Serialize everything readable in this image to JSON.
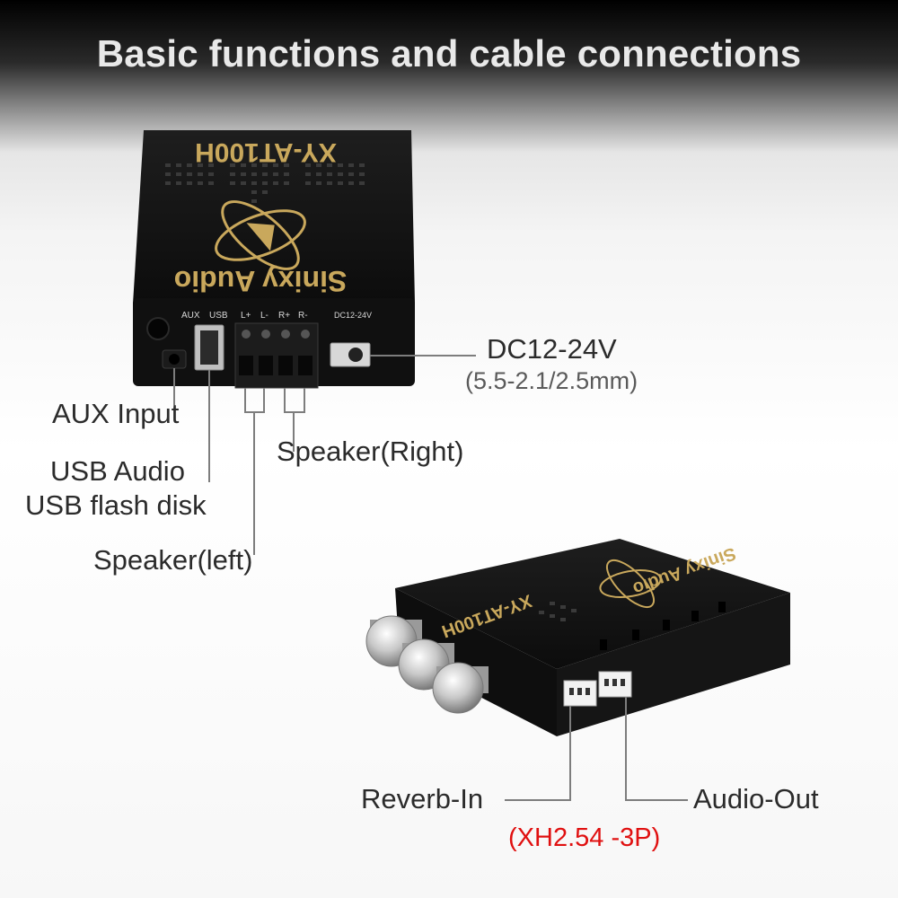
{
  "headline": "Basic functions and cable connections",
  "device_top": {
    "model": "XY-AT100H",
    "brand": "Sinixy Audio",
    "port_labels": [
      "AUX",
      "USB",
      "L+",
      "L-",
      "R+",
      "R-",
      "DC12-24V"
    ]
  },
  "device_bottom": {
    "model": "XY-AT100H",
    "brand": "Sinixy Audio"
  },
  "callouts": {
    "aux_input": "AUX Input",
    "usb_audio": "USB Audio",
    "usb_flash": "USB flash disk",
    "speaker_left": "Speaker(left)",
    "speaker_right": "Speaker(Right)",
    "dc_power": "DC12-24V",
    "dc_spec": "(5.5-2.1/2.5mm)",
    "reverb_in": "Reverb-In",
    "audio_out": "Audio-Out",
    "connector_spec": "(XH2.54 -3P)"
  },
  "colors": {
    "device_body": "#141414",
    "gold_print": "#c9a85c",
    "spec_red": "#e01010",
    "leader_line": "#7d7d7d"
  }
}
